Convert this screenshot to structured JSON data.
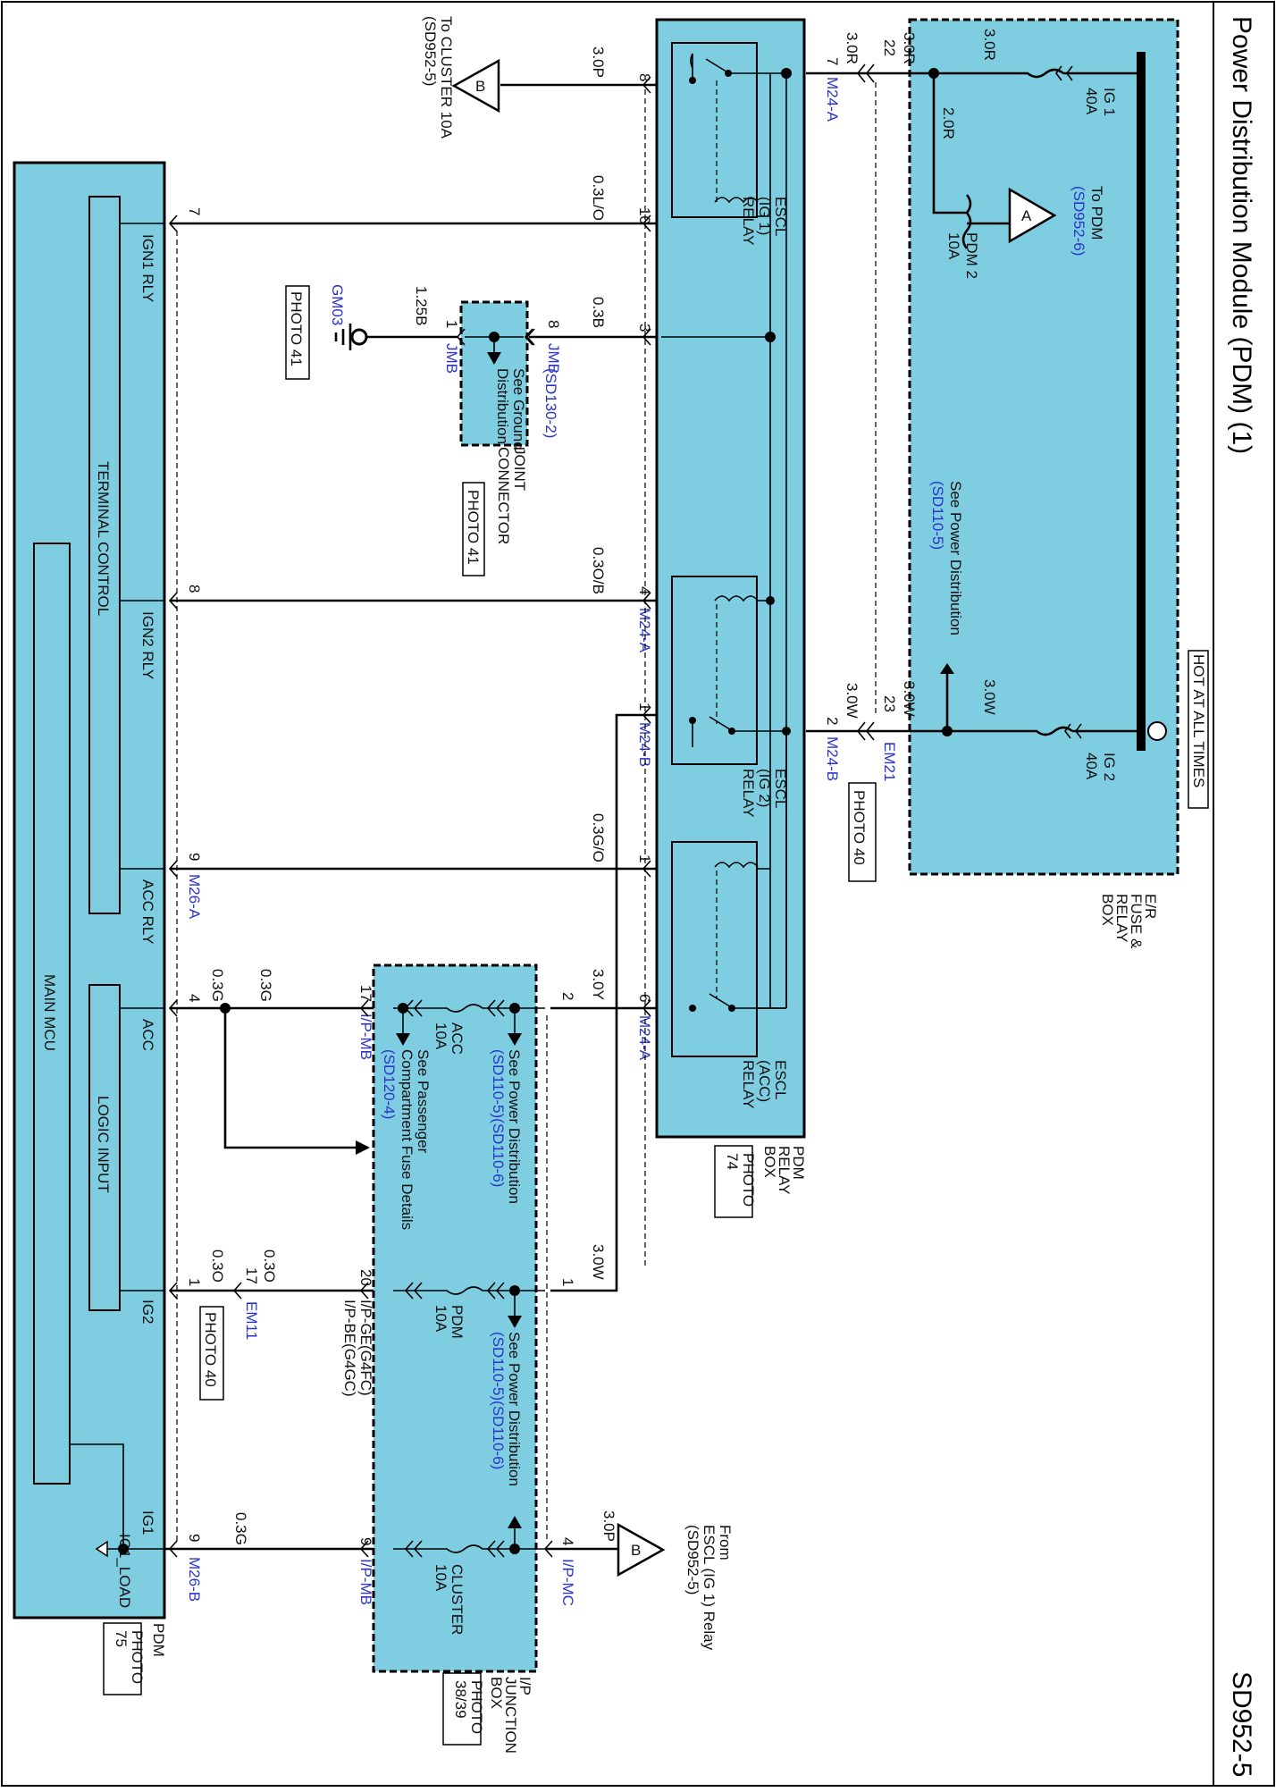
{
  "title": "Power Distribution Module (PDM) (1)",
  "page_id": "SD952-5",
  "hot_label": "HOT AT ALL TIMES",
  "boxes": {
    "er_box": [
      "E/R",
      "FUSE &",
      "RELAY",
      "BOX"
    ],
    "pdm_relay_box": [
      "PDM",
      "RELAY",
      "BOX"
    ],
    "pdm_relay_photo": [
      "PHOTO",
      "74"
    ],
    "ip_box": [
      "I/P",
      "JUNCTION",
      "BOX"
    ],
    "ip_photo": [
      "PHOTO",
      "38/39"
    ],
    "pdm": "PDM",
    "pdm_photo": [
      "PHOTO",
      "75"
    ],
    "joint_connector": [
      "JOINT",
      "CONNECTOR"
    ],
    "joint_photo": "PHOTO 41"
  },
  "fuses": {
    "ig1": [
      "IG 1",
      "40A"
    ],
    "ig2": [
      "IG 2",
      "40A"
    ],
    "pdm2": [
      "PDM 2",
      "10A"
    ],
    "acc": [
      "ACC",
      "10A"
    ],
    "pdm": [
      "PDM",
      "10A"
    ],
    "cluster": [
      "CLUSTER",
      "10A"
    ]
  },
  "relays": {
    "ig1": [
      "ESCL",
      "(IG 1)",
      "RELAY"
    ],
    "ig2": [
      "ESCL",
      "(IG 2)",
      "RELAY"
    ],
    "acc": [
      "ESCL",
      "(ACC)",
      "RELAY"
    ]
  },
  "refs": {
    "to_pdm": "To PDM",
    "to_pdm_ref": "(SD952-6)",
    "see_power_dist": "See Power Distribution",
    "see_power_dist_ref": "(SD110-5)",
    "see_power_dist_ref2": "(SD110-5)(SD110-6)",
    "see_ground": [
      "See Ground",
      "Distribution"
    ],
    "see_ground_ref": "(SD130-2)",
    "see_passenger": [
      "See Passenger",
      "Compartment Fuse Details"
    ],
    "see_passenger_ref": "(SD120-4)",
    "to_cluster": [
      "To CLUSTER 10A",
      "(SD952-5)"
    ],
    "from_escl": [
      "From",
      "ESCL (IG 1) Relay",
      "(SD952-5)"
    ],
    "off_a": "A",
    "off_b": "B"
  },
  "pdm_internal": {
    "terminal_control": "TERMINAL CONTROL",
    "main_mcu": "MAIN MCU",
    "logic_input": "LOGIC INPUT",
    "ign1": "IGN1 RLY",
    "ign2": "IGN2 RLY",
    "acc_rly": "ACC RLY",
    "acc": "ACC",
    "ig2": "IG2",
    "ig1": "IG1",
    "ig1_load": "IG1_LOAD"
  },
  "connectors": {
    "m24a": "M24-A",
    "m24b": "M24-B",
    "m26a": "M26-A",
    "m26b": "M26-B",
    "em21": "EM21",
    "em21_photo": "PHOTO 40",
    "em11": "EM11",
    "em11_photo": "PHOTO 40",
    "jmb": "JMB",
    "gm03": "GM03",
    "gm03_photo": "PHOTO 41",
    "ipmb": "I/P-MB",
    "ipmc": "I/P-MC",
    "ipge": "I/P-GE(G4FC)",
    "ipbe": "I/P-BE(G4GC)"
  },
  "wires": {
    "r30": "3.0R",
    "r20": "2.0R",
    "w30": "3.0W",
    "p30": "3.0P",
    "lo03": "0.3L/O",
    "b03": "0.3B",
    "b125": "1.25B",
    "ob03": "0.3O/B",
    "go03": "0.3G/O",
    "y30": "3.0Y",
    "g03": "0.3G",
    "o03": "0.3O"
  },
  "pins": {
    "p1": "1",
    "p2": "2",
    "p3": "3",
    "p4": "4",
    "p6": "6",
    "p7": "7",
    "p8": "8",
    "p9": "9",
    "p10": "10",
    "p17": "17",
    "p20": "20",
    "p22": "22",
    "p23": "23"
  },
  "colors": {
    "box_fill": "#7fcde0",
    "link": "#2a35c8"
  }
}
